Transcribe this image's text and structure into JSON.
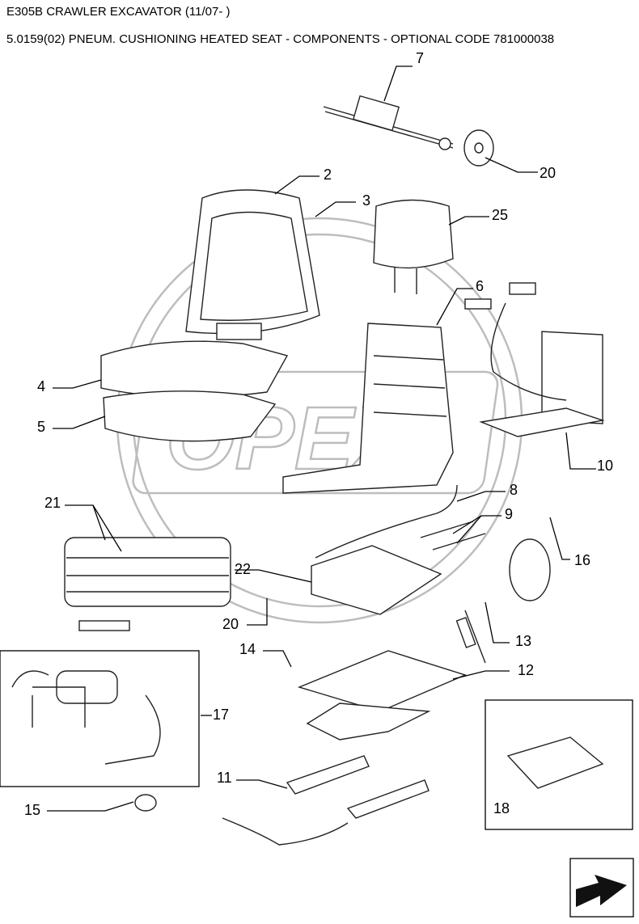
{
  "header": {
    "title": "E305B CRAWLER EXCAVATOR (11/07- )",
    "subtitle": "5.0159(02) PNEUM. CUSHIONING HEATED SEAT - COMPONENTS - OPTIONAL CODE 781000038"
  },
  "watermark": {
    "text": "OPEX"
  },
  "callouts": [
    {
      "id": "c7",
      "label": "7"
    },
    {
      "id": "c20a",
      "label": "20"
    },
    {
      "id": "c2",
      "label": "2"
    },
    {
      "id": "c3",
      "label": "3"
    },
    {
      "id": "c25",
      "label": "25"
    },
    {
      "id": "c6",
      "label": "6"
    },
    {
      "id": "c4",
      "label": "4"
    },
    {
      "id": "c5",
      "label": "5"
    },
    {
      "id": "c10",
      "label": "10"
    },
    {
      "id": "c8",
      "label": "8"
    },
    {
      "id": "c21",
      "label": "21"
    },
    {
      "id": "c9",
      "label": "9"
    },
    {
      "id": "c16",
      "label": "16"
    },
    {
      "id": "c22",
      "label": "22"
    },
    {
      "id": "c20b",
      "label": "20"
    },
    {
      "id": "c13",
      "label": "13"
    },
    {
      "id": "c14",
      "label": "14"
    },
    {
      "id": "c12",
      "label": "12"
    },
    {
      "id": "c17",
      "label": "17"
    },
    {
      "id": "c11",
      "label": "11"
    },
    {
      "id": "c15",
      "label": "15"
    },
    {
      "id": "c18",
      "label": "18"
    }
  ]
}
